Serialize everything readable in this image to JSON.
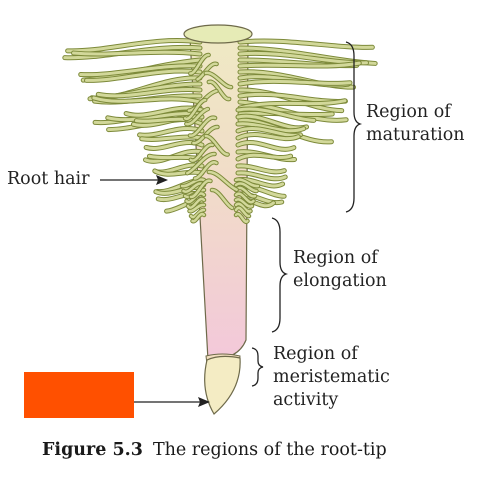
{
  "labels": {
    "maturation": [
      "Region of",
      "maturation"
    ],
    "elongation": [
      "Region of",
      "elongation"
    ],
    "meristem": [
      "Region of",
      "meristematic",
      "activity"
    ],
    "root_hair": "Root hair"
  },
  "caption": {
    "number": "Figure 5.3",
    "text": "The regions of the root-tip"
  },
  "colors": {
    "hair": "#d2d89a",
    "hair_outline": "#7d8a3a",
    "root_top": "#efe9c4",
    "root_bottom": "#f2c9d9",
    "root_cap": "#f4ecc4",
    "occluding_box": "#ff5000",
    "meristem_dots": "#7a1a3a"
  }
}
